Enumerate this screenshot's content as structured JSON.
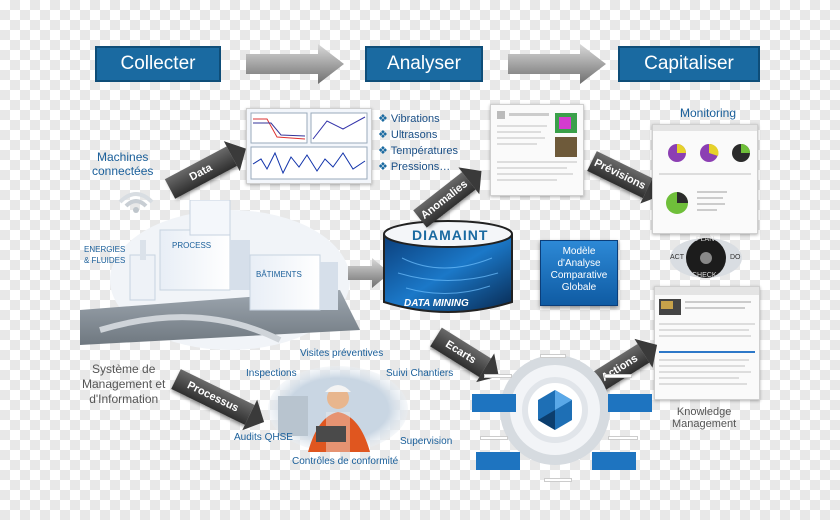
{
  "stages": {
    "collect": "Collecter",
    "analyse": "Analyser",
    "capitalise": "Capitaliser"
  },
  "left": {
    "machines": "Machines\nconnectées",
    "data_arrow": "Data",
    "energies": "ENERGIES\n& FLUIDES",
    "process": "PROCESS",
    "batiments": "BÂTIMENTS",
    "sys_info": "Système de\nManagement et\nd'Information",
    "processus_arrow": "Processus"
  },
  "bullets": [
    "Vibrations",
    "Ultrasons",
    "Températures",
    "Pressions…"
  ],
  "center": {
    "brand": "DIAMAINT",
    "data_mining": "DATA MINING",
    "anomalies_arrow": "Anomalies",
    "ecarts_arrow": "Ecarts",
    "model": "Modèle\nd'Analyse\nComparative\nGlobale"
  },
  "right": {
    "monitoring": "Monitoring",
    "previsions_arrow": "Prévisions",
    "actions_arrow": "Actions",
    "knowledge": "Knowledge\nManagement",
    "pdca": {
      "plan": "PLAN",
      "act": "ACT",
      "do": "DO",
      "check": "CHECK"
    }
  },
  "field": {
    "visites": "Visites préventives",
    "inspections": "Inspections",
    "suivi": "Suivi Chantiers",
    "audits": "Audits QHSE",
    "supervision": "Supervision",
    "controles": "Contrôles de conformité"
  },
  "colors": {
    "stage_blue": "#1a6aa1",
    "label_blue": "#1a5f9a",
    "dark_arrow": "#3a3a3a"
  }
}
